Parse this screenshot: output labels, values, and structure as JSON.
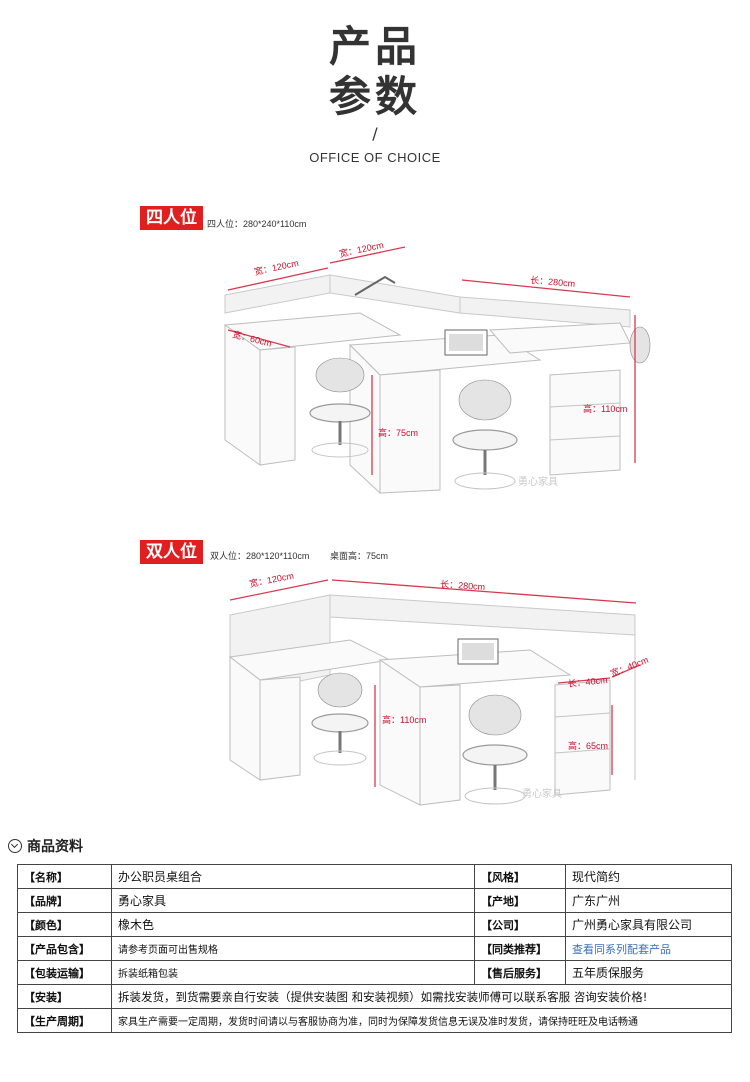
{
  "hero": {
    "title_line1": "产品",
    "title_line2": "参数",
    "slash": "/",
    "subtitle": "OFFICE OF CHOICE"
  },
  "four_seat": {
    "tag": "四人位",
    "spec": "四人位：280*240*110cm",
    "dims": {
      "width1": "宽：120cm",
      "width2": "宽：120cm",
      "length": "长：280cm",
      "depth": "宽：60cm",
      "height_total": "高：110cm",
      "height_desk": "高：75cm"
    },
    "watermark": "勇心家具"
  },
  "two_seat": {
    "tag": "双人位",
    "spec": "双人位：280*120*110cm",
    "spec2": "桌面高：75cm",
    "dims": {
      "width": "宽：120cm",
      "length": "长：280cm",
      "cab_width": "长：40cm",
      "cab_depth": "宽：40cm",
      "height_total": "高：110cm",
      "height_cab": "高：65cm"
    },
    "watermark": "勇心家具"
  },
  "info": {
    "title": "商品资料",
    "rows": [
      {
        "l1": "【名称】",
        "v1": "办公职员桌组合",
        "l2": "【风格】",
        "v2": "现代简约"
      },
      {
        "l1": "【品牌】",
        "v1": "勇心家具",
        "l2": "【产地】",
        "v2": "广东广州"
      },
      {
        "l1": "【颜色】",
        "v1": "橡木色",
        "l2": "【公司】",
        "v2": "广州勇心家具有限公司"
      },
      {
        "l1": "【产品包含】",
        "v1": "请参考页面可出售规格",
        "l2": "【同类推荐】",
        "v2": "查看同系列配套产品"
      },
      {
        "l1": "【包装运输】",
        "v1": "拆装纸箱包装",
        "l2": "【售后服务】",
        "v2": "五年质保服务"
      }
    ],
    "install_label": "【安装】",
    "install_value": "拆装发货，到货需要亲自行安装（提供安装图 和安装视频）如需找安装师傅可以联系客服 咨询安装价格!",
    "cycle_label": "【生产周期】",
    "cycle_value": "家具生产需要一定周期，发货时间请以与客服协商为准，同时为保障发货信息无误及准时发货，请保持旺旺及电话畅通"
  }
}
